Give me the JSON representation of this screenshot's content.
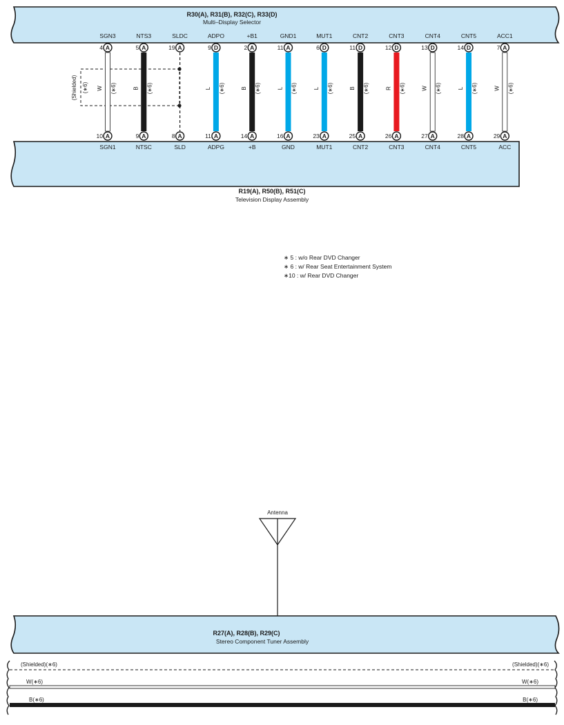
{
  "colors": {
    "box_fill": "#c9e6f5",
    "box_stroke": "#1a1a1a",
    "wire_blue": "#00a8e8",
    "wire_black": "#1a1a1a",
    "wire_red": "#e8191f",
    "wire_white": "#ffffff"
  },
  "top_component": {
    "codes": "R30(A), R31(B), R32(C), R33(D)",
    "name": "Multi–Display Selector"
  },
  "bottom_component": {
    "codes": "R19(A), R50(B), R51(C)",
    "name": "Television Display Assembly"
  },
  "tuner_component": {
    "codes": "R27(A), R28(B), R29(C)",
    "name": "Stereo Component Tuner Assembly"
  },
  "antenna_label": "Antenna",
  "shield_label": "(Shielded)",
  "shield_note": "(∗6)",
  "wires": [
    {
      "top_name": "SGN3",
      "top_pin": "4",
      "top_conn": "A",
      "bottom_name": "SGN1",
      "bottom_pin": "10",
      "bottom_conn": "A",
      "color_code": "W",
      "color": "white",
      "note": "(∗6)",
      "shielded": true
    },
    {
      "top_name": "NTS3",
      "top_pin": "5",
      "top_conn": "A",
      "bottom_name": "NTSC",
      "bottom_pin": "9",
      "bottom_conn": "A",
      "color_code": "B",
      "color": "black",
      "note": "(∗6)"
    },
    {
      "top_name": "SLDC",
      "top_pin": "19",
      "top_conn": "A",
      "bottom_name": "SLD",
      "bottom_pin": "8",
      "bottom_conn": "A",
      "color_code": "",
      "color": "dashed",
      "note": ""
    },
    {
      "top_name": "ADPO",
      "top_pin": "9",
      "top_conn": "D",
      "bottom_name": "ADPG",
      "bottom_pin": "11",
      "bottom_conn": "A",
      "color_code": "L",
      "color": "blue",
      "note": "(∗6)"
    },
    {
      "top_name": "+B1",
      "top_pin": "2",
      "top_conn": "A",
      "bottom_name": "+B",
      "bottom_pin": "14",
      "bottom_conn": "A",
      "color_code": "B",
      "color": "black",
      "note": "(∗6)"
    },
    {
      "top_name": "GND1",
      "top_pin": "11",
      "top_conn": "A",
      "bottom_name": "GND",
      "bottom_pin": "16",
      "bottom_conn": "A",
      "color_code": "L",
      "color": "blue",
      "note": "(∗6)"
    },
    {
      "top_name": "MUT1",
      "top_pin": "6",
      "top_conn": "D",
      "bottom_name": "MUT1",
      "bottom_pin": "23",
      "bottom_conn": "A",
      "color_code": "L",
      "color": "blue",
      "note": "(∗6)"
    },
    {
      "top_name": "CNT2",
      "top_pin": "11",
      "top_conn": "D",
      "bottom_name": "CNT2",
      "bottom_pin": "25",
      "bottom_conn": "A",
      "color_code": "B",
      "color": "black",
      "note": "(∗6)"
    },
    {
      "top_name": "CNT3",
      "top_pin": "12",
      "top_conn": "D",
      "bottom_name": "CNT3",
      "bottom_pin": "26",
      "bottom_conn": "A",
      "color_code": "R",
      "color": "red",
      "note": "(∗6)"
    },
    {
      "top_name": "CNT4",
      "top_pin": "13",
      "top_conn": "D",
      "bottom_name": "CNT4",
      "bottom_pin": "27",
      "bottom_conn": "A",
      "color_code": "W",
      "color": "white",
      "note": "(∗6)"
    },
    {
      "top_name": "CNT5",
      "top_pin": "14",
      "top_conn": "D",
      "bottom_name": "CNT5",
      "bottom_pin": "28",
      "bottom_conn": "A",
      "color_code": "L",
      "color": "blue",
      "note": "(∗6)"
    },
    {
      "top_name": "ACC1",
      "top_pin": "7",
      "top_conn": "A",
      "bottom_name": "ACC",
      "bottom_pin": "29",
      "bottom_conn": "A",
      "color_code": "W",
      "color": "white",
      "note": "(∗6)"
    }
  ],
  "legend": [
    "∗ 5 : w/o Rear DVD Changer",
    "∗ 6 : w/ Rear Seat Entertainment System",
    "∗10 : w/ Rear DVD Changer"
  ],
  "bottom_lines": [
    {
      "label": "(Shielded)(∗6)",
      "style": "dashed"
    },
    {
      "label": "W(∗6)",
      "style": "white"
    },
    {
      "label": "B(∗6)",
      "style": "black"
    }
  ]
}
